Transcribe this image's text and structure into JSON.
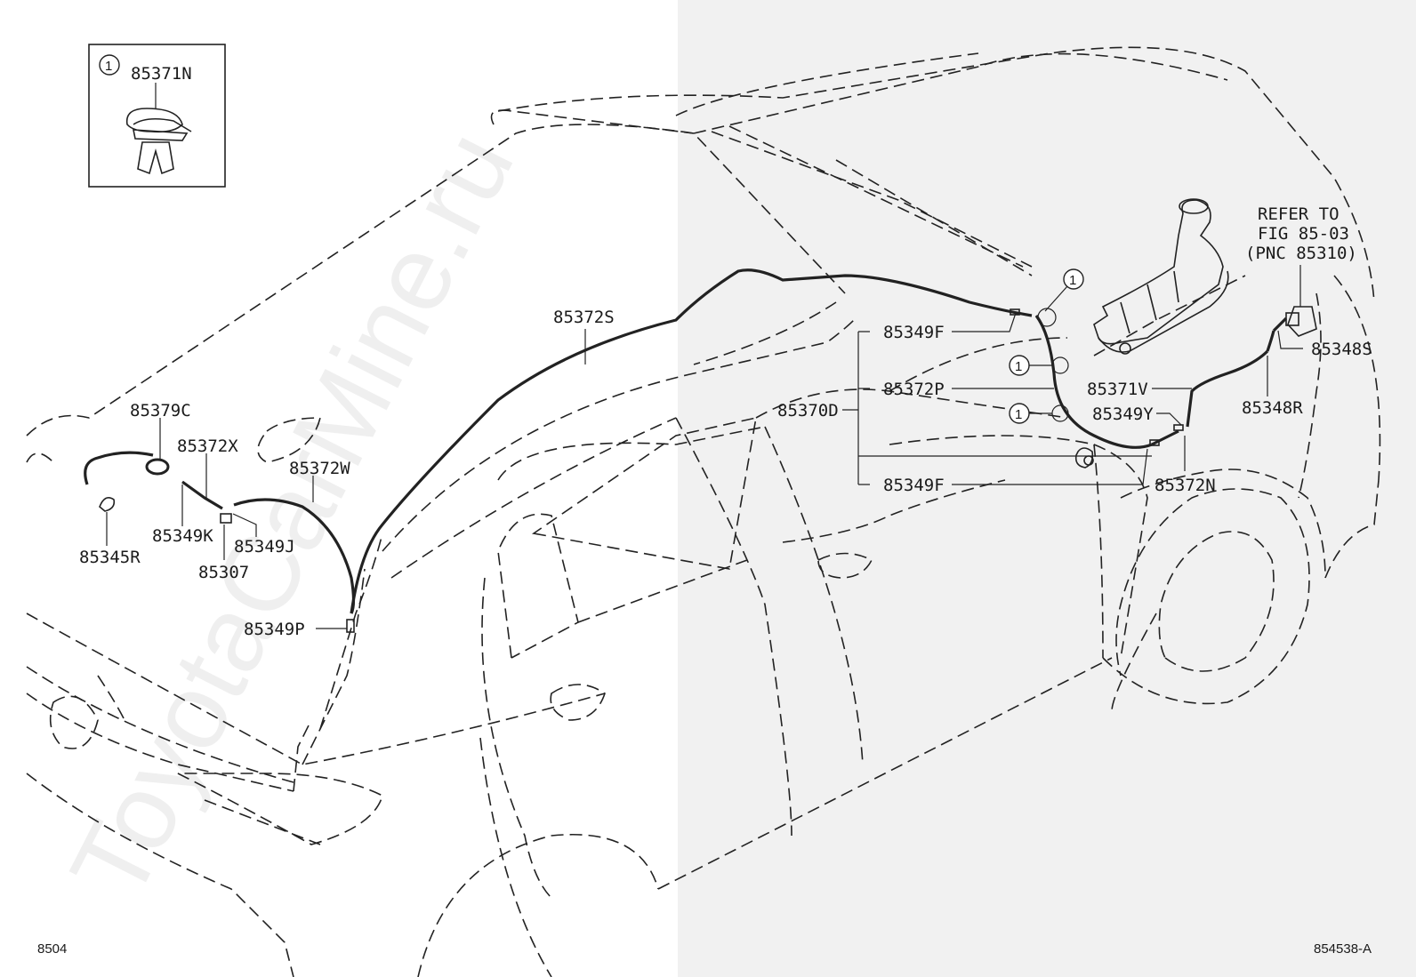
{
  "diagram": {
    "watermark": "ToyotaCarMine.ru",
    "inset": {
      "marker": "1",
      "part": "85371N"
    },
    "reference_note": [
      "REFER TO",
      "FIG 85-03",
      "(PNC 85310)"
    ],
    "callout_marker": "1",
    "parts": {
      "p85372S": "85372S",
      "p85349F_top": "85349F",
      "p85372P": "85372P",
      "p85370D": "85370D",
      "p85349F_bottom": "85349F",
      "p85371V": "85371V",
      "p85349Y": "85349Y",
      "p85372N": "85372N",
      "p85348S": "85348S",
      "p85348R": "85348R",
      "p85379C": "85379C",
      "p85372X": "85372X",
      "p85372W": "85372W",
      "p85349K": "85349K",
      "p85349J": "85349J",
      "p85345R": "85345R",
      "p85307": "85307",
      "p85349P": "85349P"
    },
    "footer_left": "8504",
    "footer_right": "854538-A"
  }
}
